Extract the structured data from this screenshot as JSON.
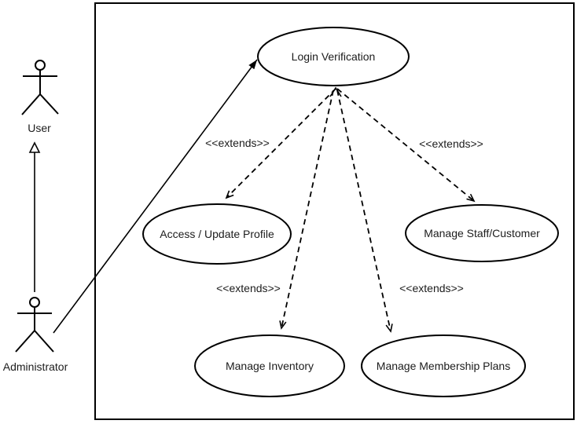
{
  "colors": {
    "stroke": "#000000",
    "text": "#1c1c1c",
    "background": "#ffffff"
  },
  "actors": [
    {
      "label": "User"
    },
    {
      "label": "Administrator"
    }
  ],
  "use_cases": [
    {
      "label": "Login Verification"
    },
    {
      "label": "Access / Update Profile"
    },
    {
      "label": "Manage Staff/Customer"
    },
    {
      "label": "Manage Inventory"
    },
    {
      "label": "Manage Membership Plans"
    }
  ],
  "relationships": [
    {
      "type": "association",
      "from": "Administrator",
      "to": "Login Verification"
    },
    {
      "type": "generalization",
      "from": "Administrator",
      "to": "User"
    },
    {
      "type": "extends",
      "from": "Login Verification",
      "to": "Access / Update Profile",
      "label": "<<extends>>"
    },
    {
      "type": "extends",
      "from": "Login Verification",
      "to": "Manage Staff/Customer",
      "label": "<<extends>>"
    },
    {
      "type": "extends",
      "from": "Login Verification",
      "to": "Manage Inventory",
      "label": "<<extends>>"
    },
    {
      "type": "extends",
      "from": "Login Verification",
      "to": "Manage Membership Plans",
      "label": "<<extends>>"
    }
  ]
}
